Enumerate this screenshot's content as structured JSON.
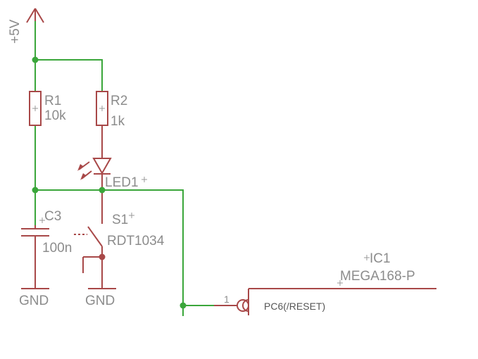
{
  "schematic": {
    "supply": {
      "label": "+5V"
    },
    "resistors": [
      {
        "name": "R1",
        "value": "10k"
      },
      {
        "name": "R2",
        "value": "1k"
      }
    ],
    "led": {
      "name": "LED1"
    },
    "capacitor": {
      "name": "C3",
      "value": "100n"
    },
    "switch": {
      "name": "S1",
      "value": "RDT1034"
    },
    "grounds": [
      {
        "label": "GND"
      },
      {
        "label": "GND"
      }
    ],
    "ic": {
      "name": "IC1",
      "value": "MEGA168-P",
      "pin_number": "1",
      "pin_name": "PC6(/RESET)"
    }
  },
  "colors": {
    "wire": "#3aa63a",
    "component": "#a84848",
    "label": "#8c8c8c"
  }
}
